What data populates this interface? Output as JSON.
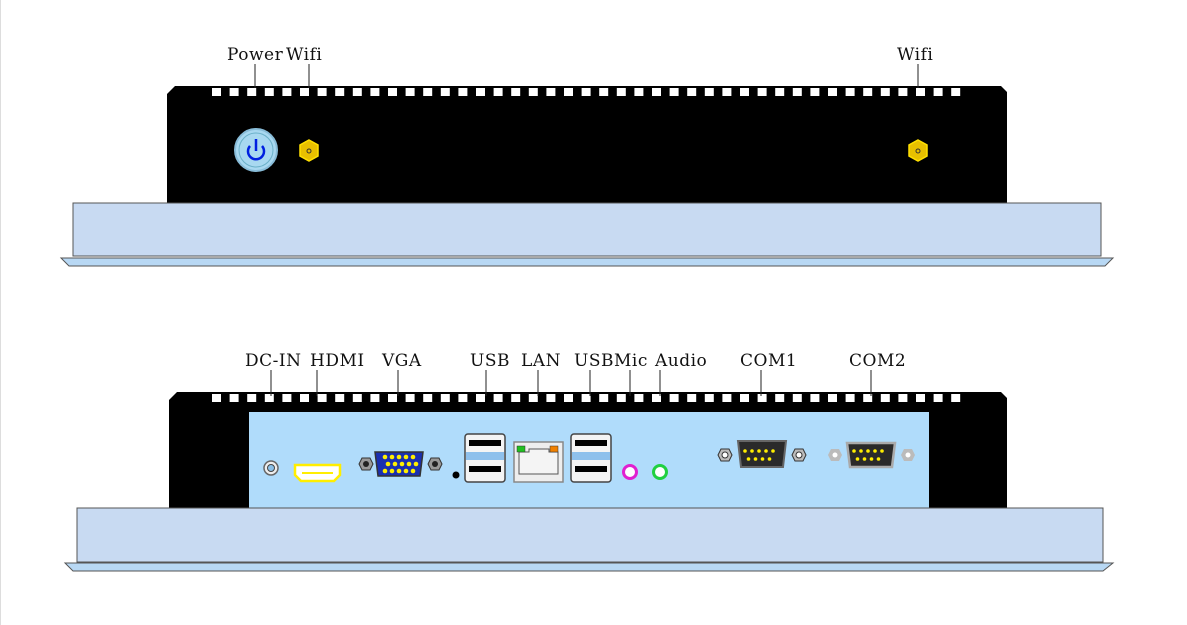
{
  "top_view": {
    "labels": {
      "power": "Power",
      "wifi_left": "Wifi",
      "wifi_right": "Wifi"
    }
  },
  "bottom_view": {
    "labels": {
      "dc_in": "DC-IN",
      "hdmi": "HDMI",
      "vga": "VGA",
      "usb_left": "USB",
      "lan": "LAN",
      "usb_right": "USB",
      "mic": "Mic",
      "audio": "Audio",
      "com1": "COM1",
      "com2": "COM2"
    }
  },
  "colors": {
    "chassis": "#000000",
    "flange": "#c8daf2",
    "io_panel": "#b0dcfb",
    "wifi_connector": "#e8c000",
    "power_button": "#a8d8f0",
    "power_symbol": "#0020e0",
    "vga": "#1a2fb0",
    "mic": "#e020d0",
    "audio": "#20d040",
    "lan_led_left": "#20c020",
    "lan_led_right": "#f08000"
  }
}
